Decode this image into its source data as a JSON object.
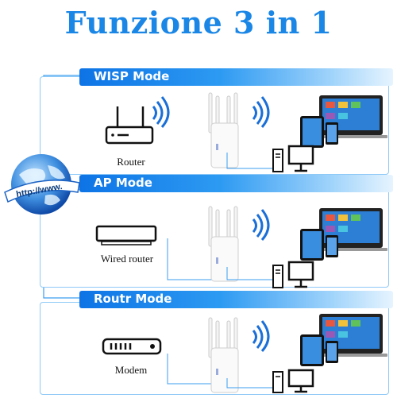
{
  "title": "Funzione 3 in 1",
  "globe": {
    "text": "http://www."
  },
  "modes": [
    {
      "banner": "WISP Mode",
      "device": "Router"
    },
    {
      "banner": "AP Mode",
      "device": "Wired router"
    },
    {
      "banner": "Routr Mode",
      "device": "Modem"
    }
  ],
  "colors": {
    "accent": "#1a86e6",
    "banner_start": "#0e74e6",
    "wifi": "#1a6fd8"
  },
  "icons": [
    "globe-icon",
    "router-icon",
    "wired-router-icon",
    "modem-icon",
    "repeater-icon",
    "wifi-signal-icon",
    "computer-icon",
    "laptop-icon",
    "tablet-icon",
    "phone-icon"
  ]
}
